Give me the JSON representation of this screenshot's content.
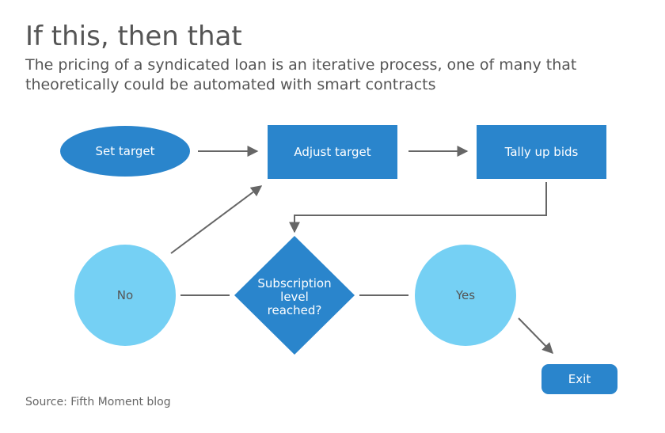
{
  "title": "If this, then that",
  "subtitle": "The pricing of a syndicated loan is an iterative process, one of many that theoretically could be automated with smart contracts",
  "colors": {
    "dark_blue": "#2a85cc",
    "light_blue": "#75d0f4",
    "arrow": "#666666",
    "text_light": "#ffffff",
    "text_dark": "#555555"
  },
  "nodes": {
    "set_target": "Set target",
    "adjust_target": "Adjust target",
    "tally_bids": "Tally up bids",
    "decision_line1": "Subscription",
    "decision_line2": "level",
    "decision_line3": "reached?",
    "no": "No",
    "yes": "Yes",
    "exit": "Exit"
  },
  "source": "Source: Fifth Moment blog"
}
